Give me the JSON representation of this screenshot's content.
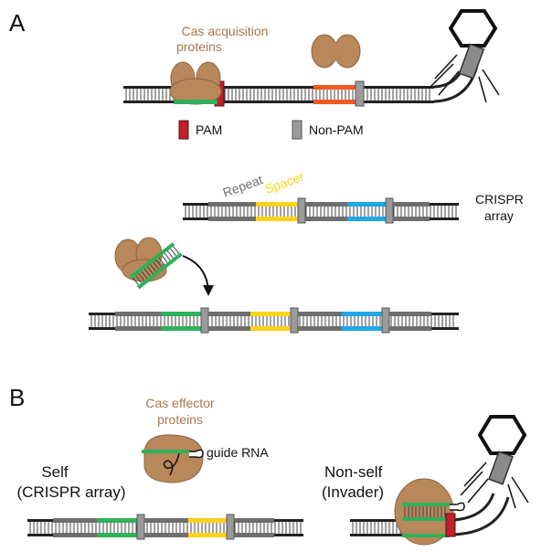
{
  "panel_a": {
    "letter": "A",
    "acquisition_label_line1": "Cas acquisition",
    "acquisition_label_line2": "proteins",
    "legend_pam": "PAM",
    "legend_nonpam": "Non-PAM",
    "repeat_label": "Repeat",
    "spacer_label": "Spacer",
    "crispr_line1": "CRISPR",
    "crispr_line2": "array"
  },
  "panel_b": {
    "letter": "B",
    "effector_line1": "Cas effector",
    "effector_line2": "proteins",
    "guide_rna": "guide RNA",
    "self_line1": "Self",
    "self_line2": "(CRISPR array)",
    "nonself_line1": "Non-self",
    "nonself_line2": "(Invader)"
  },
  "colors": {
    "protein": "#b8875a",
    "protein_stroke": "#8a6440",
    "pam": "#c0202a",
    "nonpam": "#9a9a9a",
    "green_spacer": "#2fb05a",
    "orange_protospacer": "#f05a22",
    "yellow_spacer": "#ffd21a",
    "blue_spacer": "#1fa8e6",
    "repeat_gray": "#6e6e6e",
    "brown_text": "#a9764a"
  }
}
